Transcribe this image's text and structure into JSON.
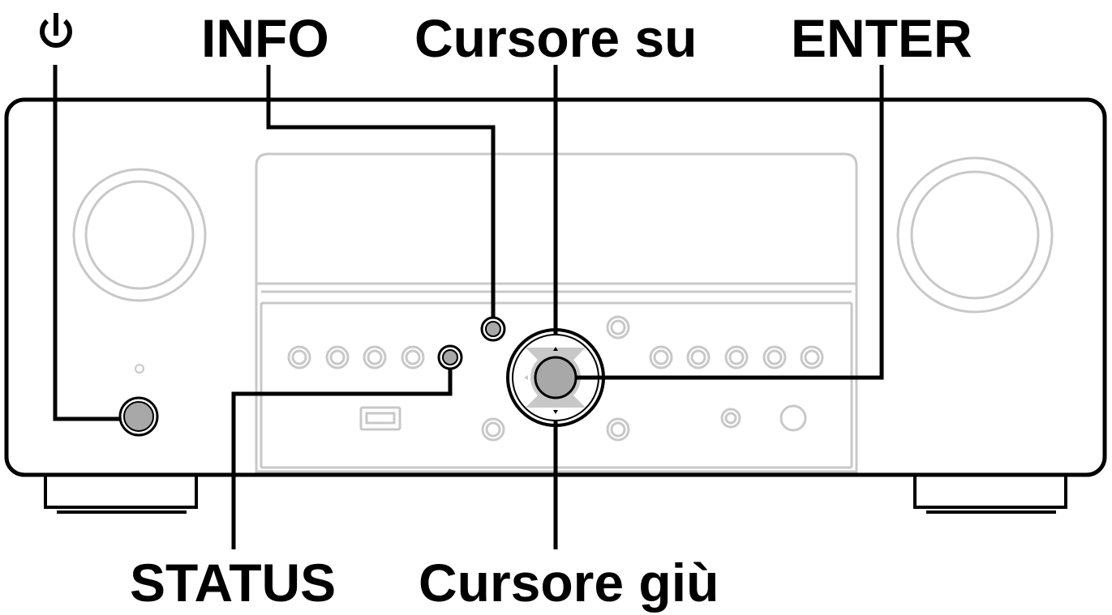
{
  "labels": {
    "power_symbol": "⏻",
    "info": "INFO",
    "cursor_up": "Cursore su",
    "enter": "ENTER",
    "status": "STATUS",
    "cursor_down": "Cursore giù"
  },
  "colors": {
    "callout_line": "#000000",
    "device_outline": "#000000",
    "inactive_parts": "#c8c8c8",
    "highlight_button_fill": "#a8a8a8"
  },
  "icons": [
    "power-icon",
    "usb-port-icon",
    "arrow-up-icon",
    "arrow-down-icon",
    "arrow-left-icon"
  ]
}
